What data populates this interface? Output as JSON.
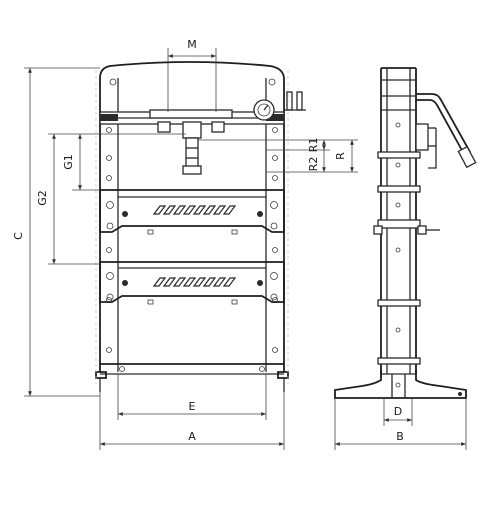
{
  "labels": {
    "M": "M",
    "C": "C",
    "G1": "G1",
    "G2": "G2",
    "R1": "R1",
    "R2": "R2",
    "R": "R",
    "E": "E",
    "A": "A",
    "D": "D",
    "B": "B"
  },
  "colors": {
    "line": "#2a2a2a",
    "background": "#ffffff"
  }
}
